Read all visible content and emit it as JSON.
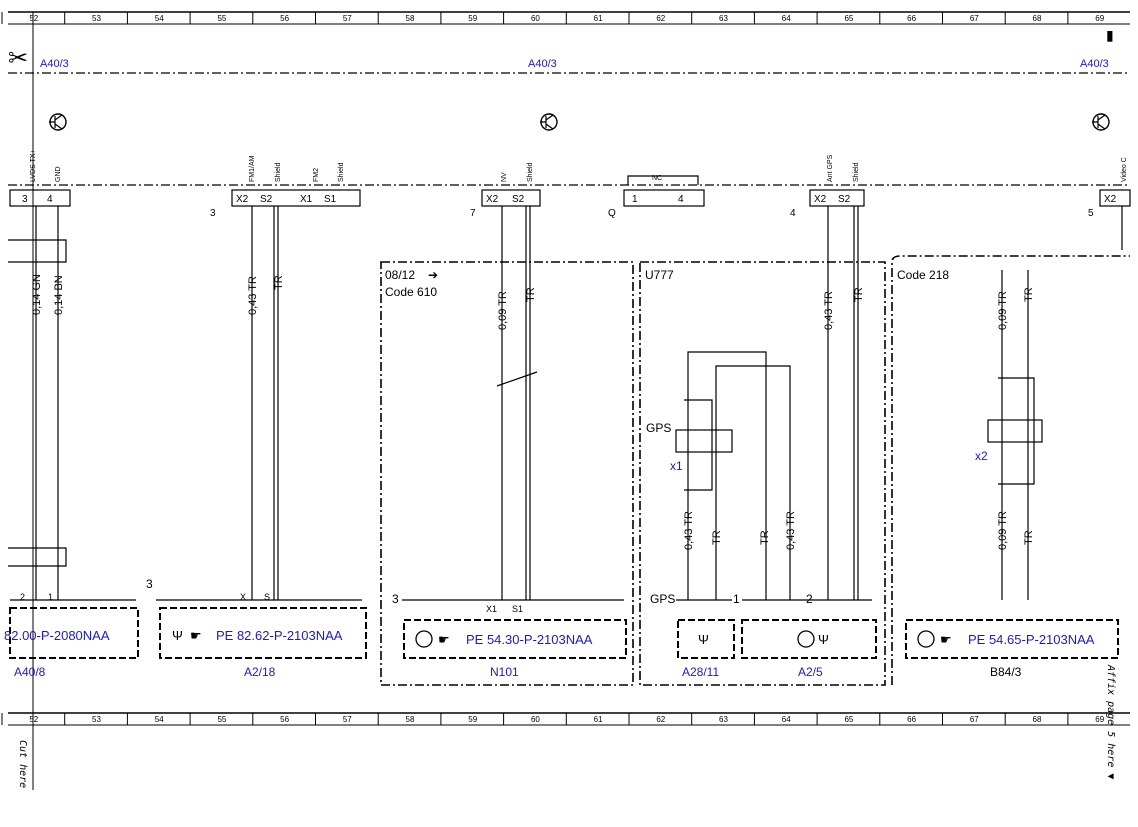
{
  "grid_columns": [
    "52",
    "53",
    "54",
    "55",
    "56",
    "57",
    "58",
    "59",
    "60",
    "61",
    "62",
    "63",
    "64",
    "65",
    "66",
    "67",
    "68",
    "69"
  ],
  "module": {
    "left": "A40/3",
    "center": "A40/3",
    "right": "A40/3"
  },
  "pins": {
    "lvds": "LVDS TX+",
    "gnd": "GND",
    "fm1am": "FM1/AM",
    "shield1": "Shield",
    "fm2": "FM2",
    "shield2": "Shield",
    "nv": "NV",
    "shield3": "Shield",
    "nc": "NC",
    "antgps": "Ant GPS",
    "shield4": "Shield",
    "videoc": "Video C"
  },
  "pin_nums": {
    "p3": "3",
    "p4": "4",
    "x2a": "X2",
    "s2a": "S2",
    "x1a": "X1",
    "s1a": "S1",
    "c3": "3",
    "c7": "7",
    "x2b": "X2",
    "s2b": "S2",
    "q": "Q",
    "q1": "1",
    "q4": "4",
    "c4": "4",
    "x2c": "X2",
    "s2c": "S2",
    "c5": "5",
    "x2d": "X2"
  },
  "wires": {
    "w1": "0,14 GN",
    "w2": "0,14 BN",
    "w3": "0,43 TR",
    "w4": "TR",
    "w5": "0,09 TR",
    "w6": "TR",
    "w7": "0,43 TR",
    "w8": "TR",
    "w9": "0,09 TR",
    "w10": "TR",
    "w11": "0,43 TR",
    "w12": "TR",
    "w13": "TR",
    "w14": "0,43 TR",
    "w15": "0,09 TR",
    "w16": "TR"
  },
  "codes": {
    "c1a": "08/12",
    "c1b": "Code 610",
    "c2": "U777",
    "c3": "Code 218"
  },
  "connectors": {
    "gps1": "GPS",
    "x1": "x1",
    "x2": "x2",
    "gps2": "GPS",
    "s": "S",
    "xs": "X",
    "s1x": "S1",
    "x1x": "X1",
    "n1": "1",
    "n2": "2",
    "n3": "3",
    "n3b": "3",
    "sm2": "2",
    "sm1": "1"
  },
  "refs": {
    "r1": "82.00-P-2080NAA",
    "r2": "PE 82.62-P-2103NAA",
    "r3": "PE 54.30-P-2103NAA",
    "r4": "PE 54.65-P-2103NAA"
  },
  "components": {
    "a40_8": "A40/8",
    "a2_18": "A2/18",
    "n101": "N101",
    "a28_11": "A28/11",
    "a2_5": "A2/5",
    "b84_3": "B84/3"
  },
  "margin_text": {
    "cut": "Cut here",
    "affix": "Affix page 5 here ▼"
  }
}
